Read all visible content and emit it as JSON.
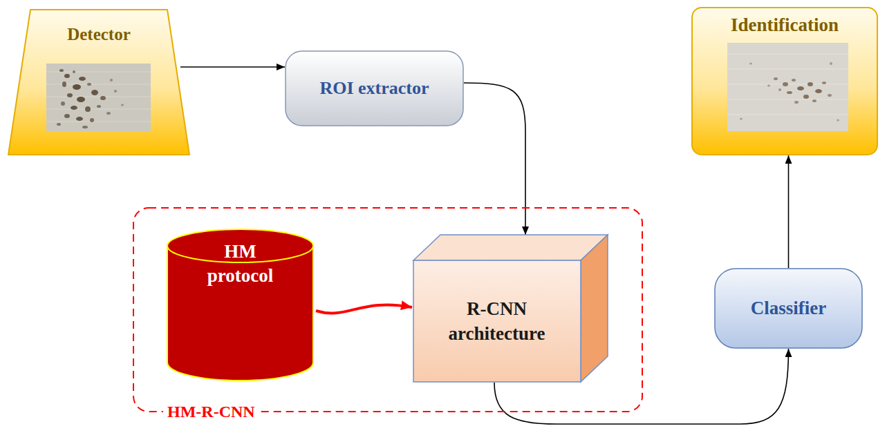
{
  "diagram": {
    "nodes": [
      {
        "text": [
          "Detector"
        ]
      },
      {
        "text": [
          "ROI extractor"
        ]
      },
      {
        "text": [
          "Identification"
        ]
      },
      {
        "text": [
          "HM-R-CNN"
        ]
      },
      {
        "text": [
          "HM protocol"
        ],
        "in": 3
      },
      {
        "text": [
          "R-CNN architecture"
        ],
        "in": 3
      },
      {
        "text": [
          "Classifier"
        ]
      }
    ],
    "edges": [
      {
        "from": 0,
        "to": 1,
        "arrow": "to"
      },
      {
        "from": 1,
        "to": 5,
        "arrow": "to"
      },
      {
        "from": 4,
        "to": 5,
        "arrow": "to"
      },
      {
        "from": 5,
        "to": 6,
        "arrow": "to"
      },
      {
        "from": 6,
        "to": 2,
        "arrow": "to"
      }
    ]
  }
}
